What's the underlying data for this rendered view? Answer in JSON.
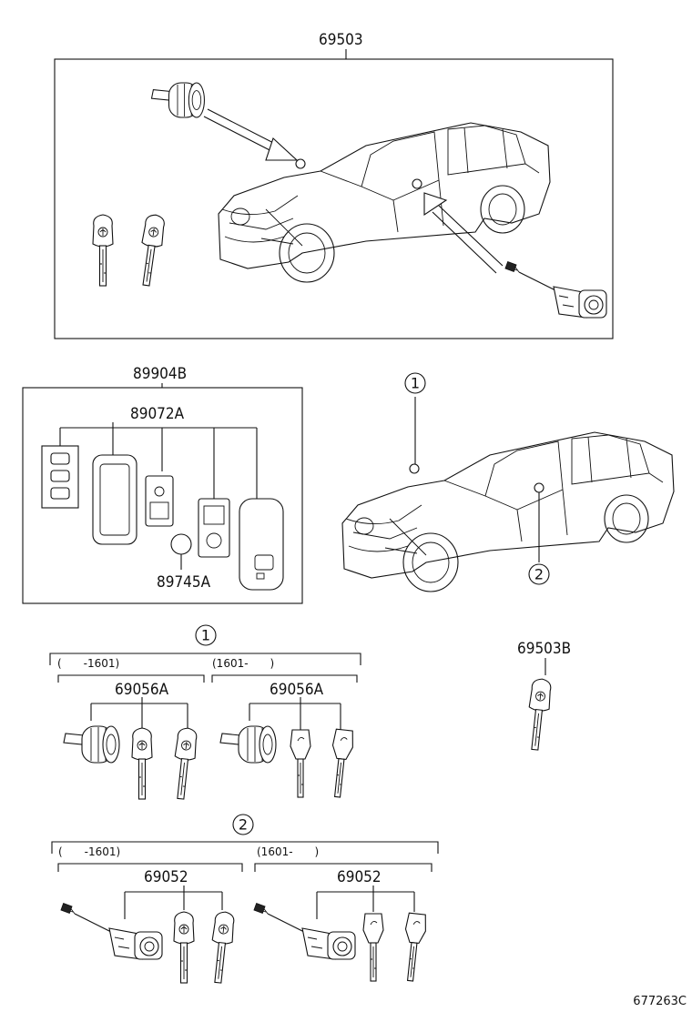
{
  "parts": {
    "p69503": "69503",
    "p89904B": "89904B",
    "p89072A": "89072A",
    "p89745A": "89745A",
    "p69503B": "69503B",
    "p69056A_left": "69056A",
    "p69056A_right": "69056A",
    "p69052_left": "69052",
    "p69052_right": "69052"
  },
  "callouts": {
    "one": "1",
    "two": "2"
  },
  "ranges": {
    "group1_before": "(　　-1601)",
    "group1_after": "(1601-　　)",
    "group2_before": "(　　-1601)",
    "group2_after": "(1601-　　)"
  },
  "diagram_code": "677263C"
}
